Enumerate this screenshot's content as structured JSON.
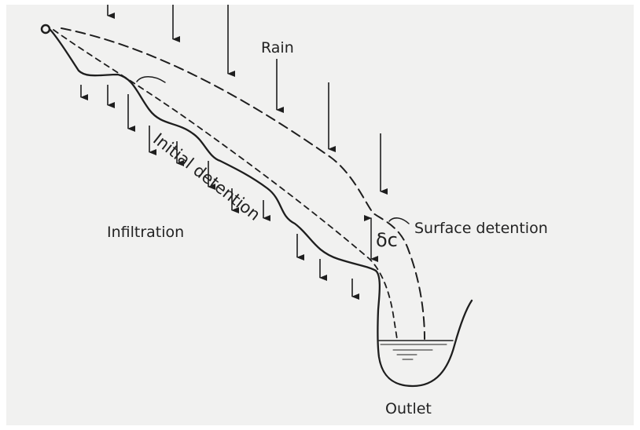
{
  "labels": {
    "origin": "O",
    "rain": "Rain",
    "initial_detention": "Initial detention",
    "infiltration": "Infiltration",
    "surface_detention": "Surface detention",
    "delta_c": "δc",
    "outlet": "Outlet"
  },
  "colors": {
    "ink": "#1e1e1e",
    "paper": "#f1f1f0"
  }
}
